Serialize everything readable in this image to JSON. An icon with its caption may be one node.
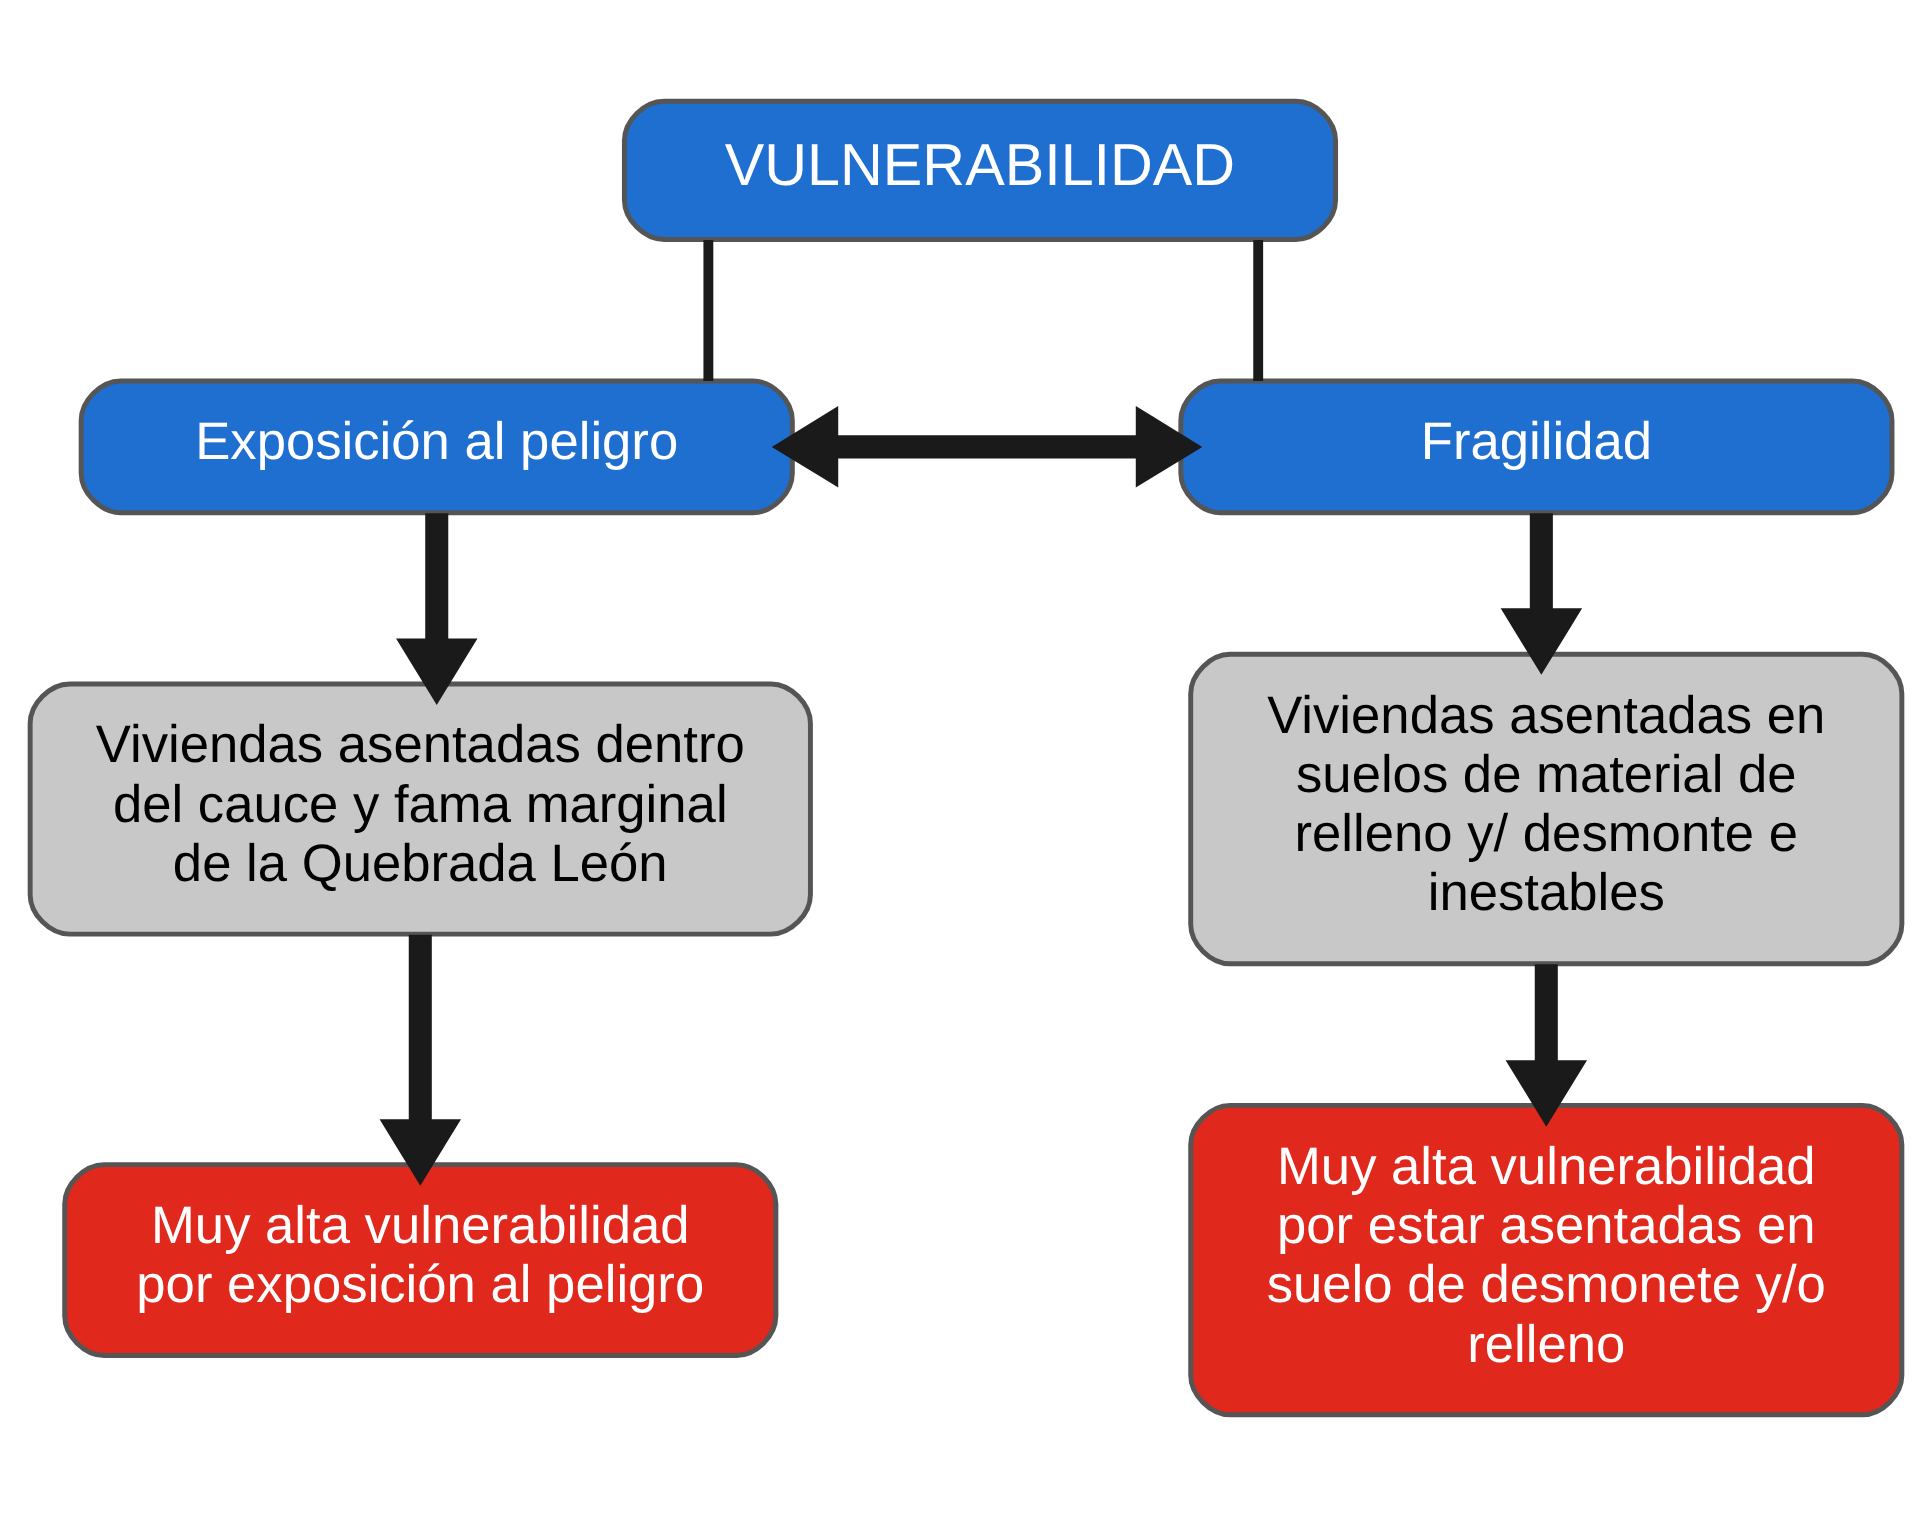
{
  "diagram": {
    "nodes": [
      {
        "text": [
          "VULNERABILIDAD"
        ]
      },
      {
        "text": [
          "Exposición al peligro"
        ]
      },
      {
        "text": [
          "Fragilidad"
        ]
      },
      {
        "text": [
          "Viviendas asentadas dentro del cauce y fama marginal de la Quebrada León"
        ]
      },
      {
        "text": [
          "Viviendas asentadas en suelos de material de relleno y/ desmonte e inestables"
        ]
      },
      {
        "text": [
          "Muy alta vulnerabilidad por exposición al peligro"
        ]
      },
      {
        "text": [
          "Muy alta vulnerabilidad por estar asentadas en suelo de desmonete y/o relleno"
        ]
      }
    ],
    "edges": [
      {
        "from": 0,
        "to": 1,
        "arrow": "none"
      },
      {
        "from": 0,
        "to": 2,
        "arrow": "none"
      },
      {
        "from": 1,
        "to": 2,
        "arrow": "both"
      },
      {
        "from": 1,
        "to": 3,
        "arrow": "to"
      },
      {
        "from": 2,
        "to": 4,
        "arrow": "to"
      },
      {
        "from": 3,
        "to": 5,
        "arrow": "to"
      },
      {
        "from": 4,
        "to": 6,
        "arrow": "to"
      }
    ]
  }
}
